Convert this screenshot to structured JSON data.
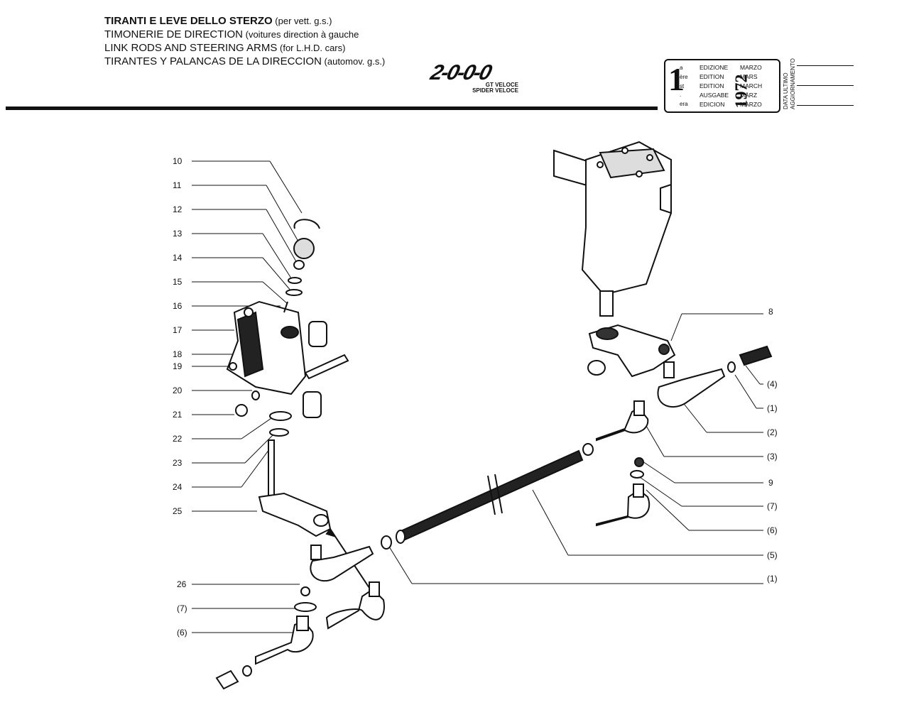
{
  "header": {
    "title_it_bold": "TIRANTI E LEVE DELLO STERZO",
    "title_it_rest": " (per vett. g.s.)",
    "title_fr": "TIMONERIE DE DIRECTION",
    "title_fr_rest": " (voitures direction à gauche",
    "title_en": "LINK RODS AND STEERING ARMS",
    "title_en_rest": " (for L.H.D. cars)",
    "title_es": "TIRANTES Y PALANCAS DE LA DIRECCION",
    "title_es_rest": " (automov. g.s.)"
  },
  "logo": {
    "mark": "2-0-0-0",
    "line1": "GT VELOCE",
    "line2": "SPIDER VELOCE"
  },
  "edition": {
    "number": "1",
    "suffixes": [
      "a",
      "ère",
      "st",
      ".",
      "era"
    ],
    "labels": [
      "EDIZIONE",
      "EDITION",
      "EDITION",
      "AUSGABE",
      "EDICION"
    ],
    "year": "1972",
    "months": [
      "MARZO",
      "MARS",
      "MARCH",
      "MÄRZ",
      "MARZO"
    ]
  },
  "update": {
    "line1": "DATA ULTIMO",
    "line2": "AGGIORNAMENTO"
  },
  "callouts_left": [
    "10",
    "11",
    "12",
    "13",
    "14",
    "15",
    "16",
    "17",
    "18",
    "19",
    "20",
    "21",
    "22",
    "23",
    "24",
    "25",
    "26",
    "(7)",
    "(6)"
  ],
  "callouts_right": [
    "8",
    "(4)",
    "(1)",
    "(2)",
    "(3)",
    "9",
    "(7)",
    "(6)",
    "(5)",
    "(1)"
  ],
  "colors": {
    "ink": "#111111",
    "paper": "#ffffff"
  }
}
